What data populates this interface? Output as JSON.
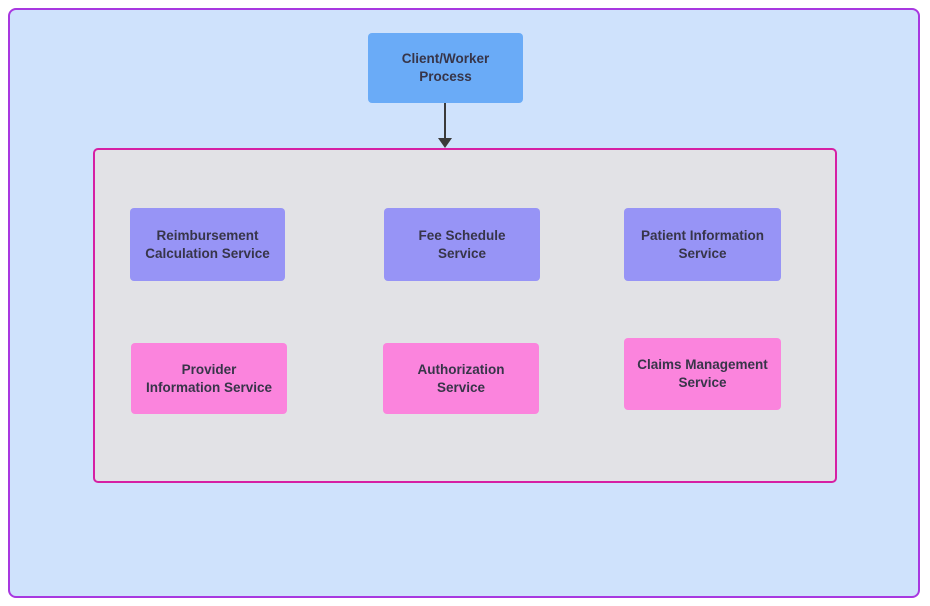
{
  "diagram": {
    "client_node": {
      "label": "Client/Worker\nProcess"
    },
    "services": [
      {
        "id": "reimbursement-calculation",
        "label": "Reimbursement\nCalculation Service",
        "color_role": "purple"
      },
      {
        "id": "fee-schedule",
        "label": "Fee Schedule\nService",
        "color_role": "purple"
      },
      {
        "id": "patient-information",
        "label": "Patient Information\nService",
        "color_role": "purple"
      },
      {
        "id": "provider-information",
        "label": "Provider\nInformation Service",
        "color_role": "pink"
      },
      {
        "id": "authorization",
        "label": "Authorization\nService",
        "color_role": "pink"
      },
      {
        "id": "claims-management",
        "label": "Claims Management\nService",
        "color_role": "pink"
      }
    ],
    "colors": {
      "page_background": "#ffffff",
      "outer_frame_fill": "#cfe2fc",
      "outer_frame_border": "#a838e0",
      "container_fill": "#e2e2e6",
      "container_border": "#d620a4",
      "client_node_fill": "#6aabf7",
      "service_node_purple_fill": "#9794f6",
      "service_node_pink_fill": "#fb84dd",
      "connector": "#3a3a3a",
      "text": "#373549"
    }
  }
}
